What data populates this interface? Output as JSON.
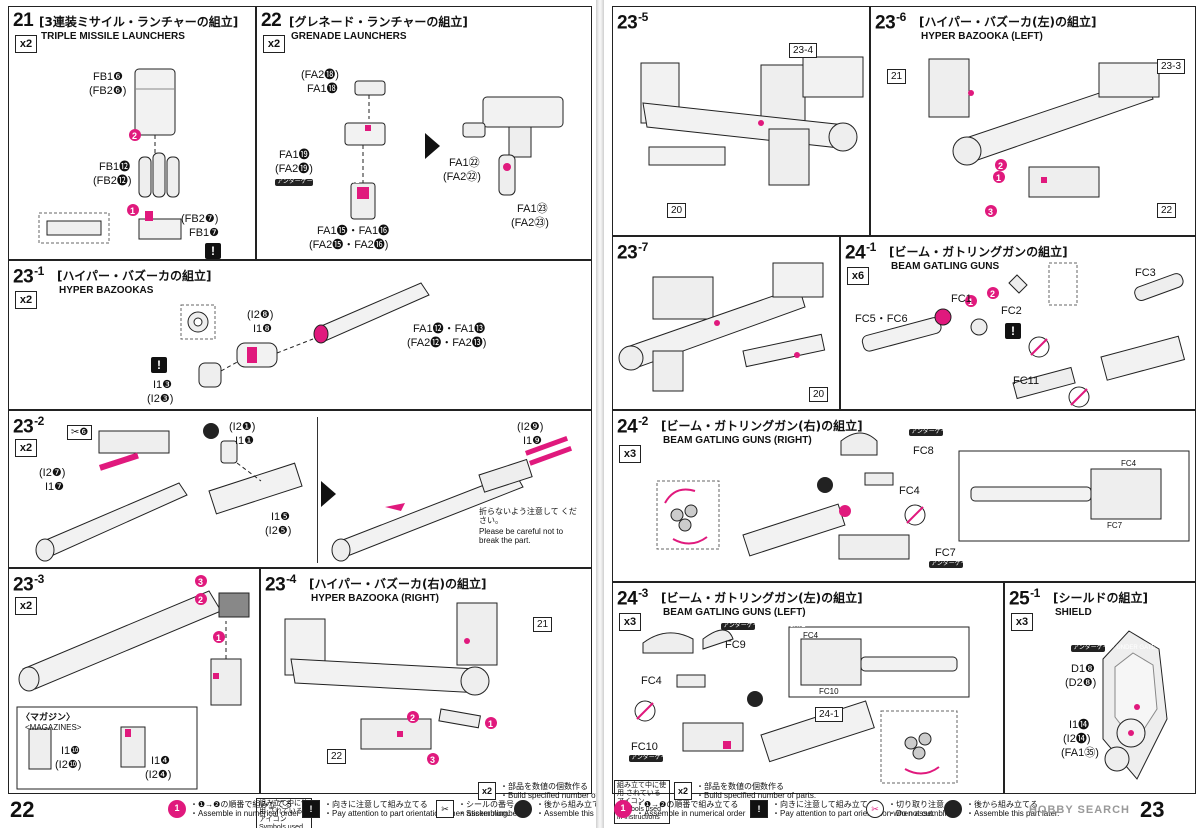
{
  "pages": {
    "left_number": "22",
    "right_number": "23"
  },
  "panels": {
    "p21": {
      "step": "21",
      "title": "[3連装ミサイル・ランチャーの組立]",
      "subtitle": "TRIPLE MISSILE LAUNCHERS",
      "qty": "x2",
      "labels": {
        "fb1_6": "FB1❻",
        "fb2_6": "(FB2❻)",
        "fb1_12": "FB1⓬",
        "fb2_12": "(FB2⓬)",
        "fb2_7": "(FB2❼)",
        "fb1_7": "FB1❼"
      }
    },
    "p22": {
      "step": "22",
      "title": "[グレネード・ランチャーの組立]",
      "subtitle": "GRENADE LAUNCHERS",
      "qty": "x2",
      "labels": {
        "fa2_18": "(FA2⓲)",
        "fa1_18": "FA1⓲",
        "fa1_19": "FA1⓳",
        "fa2_19": "(FA2⓳)",
        "fa1_15_16": "FA1⓯・FA1⓰",
        "fa2_15_16": "(FA2⓯・FA2⓰)",
        "fa1_22": "FA1㉒",
        "fa2_22": "(FA2㉒)",
        "fa1_23": "FA1㉓",
        "fa2_23": "(FA2㉓)",
        "gate": "アンダーゲート UNDER GATE"
      }
    },
    "p23_1": {
      "step": "23",
      "sub": "-1",
      "title": "[ハイパー・バズーカの組立]",
      "subtitle": "HYPER BAZOOKAS",
      "qty": "x2",
      "labels": {
        "i2_8": "(I2❽)",
        "i1_8": "I1❽",
        "fa1_12_13": "FA1⓬・FA1⓭",
        "fa2_12_13": "(FA2⓬・FA2⓭)",
        "i1_3": "I1❸",
        "i2_3": "(I2❸)"
      }
    },
    "p23_2": {
      "step": "23",
      "sub": "-2",
      "qty": "x2",
      "labels": {
        "sticker": "❻",
        "i2_1": "(I2❶)",
        "i1_1": "I1❶",
        "i2_7": "(I2❼)",
        "i1_7": "I1❼",
        "i1_5": "I1❺",
        "i2_5": "(I2❺)",
        "i2_9": "(I2❾)",
        "i1_9": "I1❾",
        "caution_jp": "折らないよう注意して ください。",
        "caution_en": "Please be careful not to break the part."
      }
    },
    "p23_3": {
      "step": "23",
      "sub": "-3",
      "qty": "x2",
      "labels": {
        "magazine_jp": "〈マガジン〉",
        "magazine_en": "<MAGAZINES>",
        "i1_10": "I1❿",
        "i2_10": "(I2❿)",
        "i1_4": "I1❹",
        "i2_4": "(I2❹)"
      }
    },
    "p23_4": {
      "step": "23",
      "sub": "-4",
      "title": "[ハイパー・バズーカ(右)の組立]",
      "subtitle": "HYPER BAZOOKA (RIGHT)",
      "labels": {
        "b21": "21",
        "b22": "22"
      }
    },
    "p23_5": {
      "step": "23",
      "sub": "-5",
      "labels": {
        "b23_4": "23-4",
        "b20": "20"
      }
    },
    "p23_6": {
      "step": "23",
      "sub": "-6",
      "title": "[ハイパー・バズーカ(左)の組立]",
      "subtitle": "HYPER BAZOOKA (LEFT)",
      "labels": {
        "b21": "21",
        "b23_3": "23-3",
        "b22": "22"
      }
    },
    "p23_7": {
      "step": "23",
      "sub": "-7",
      "labels": {
        "b20": "20"
      }
    },
    "p24_1": {
      "step": "24",
      "sub": "-1",
      "title": "[ビーム・ガトリングガンの組立]",
      "subtitle": "BEAM GATLING GUNS",
      "qty": "x6",
      "labels": {
        "fc1": "FC1",
        "fc2": "FC2",
        "fc3": "FC3",
        "fc5_6": "FC5・FC6",
        "fc11": "FC11"
      }
    },
    "p24_2": {
      "step": "24",
      "sub": "-2",
      "title": "[ビーム・ガトリングガン(右)の組立]",
      "subtitle": "BEAM GATLING GUNS (RIGHT)",
      "qty": "x3",
      "labels": {
        "fc8": "FC8",
        "fc4": "FC4",
        "fc7": "FC7",
        "fc4_s": "FC4",
        "fc7_s": "FC7",
        "gate": "アンダーゲート UNDER GATE"
      }
    },
    "p24_3": {
      "step": "24",
      "sub": "-3",
      "title": "[ビーム・ガトリングガン(左)の組立]",
      "subtitle": "BEAM GATLING GUNS (LEFT)",
      "qty": "x3",
      "labels": {
        "fc9": "FC9",
        "fc4": "FC4",
        "fc10": "FC10",
        "fc4_s": "FC4",
        "fc10_s": "FC10",
        "b24_1": "24-1",
        "gate": "アンダーゲート UNDER GATE"
      }
    },
    "p25_1": {
      "step": "25",
      "sub": "-1",
      "title": "[シールドの組立]",
      "subtitle": "SHIELD",
      "qty": "x3",
      "labels": {
        "d1_8": "D1❽",
        "d2_8": "(D2❽)",
        "i1_14": "I1⓮",
        "i2_14": "(I2⓮)",
        "fa1_35": "(FA1㉟)",
        "gate": "アンダーゲート UNDER GATE"
      }
    }
  },
  "footer": {
    "left_head": "組み立て中に使用 されているアイコン Symbols used in instructions",
    "right_head": "組み立て中に使用 されているアイコン Symbols used in instructions",
    "items_left": [
      {
        "icon": "x2",
        "jp": "・部品を数値の個数作る",
        "en": "・Build specified number of parts."
      },
      {
        "icon": "1",
        "jp": "・❶→❷の順番で組み立てる",
        "en": "・Assemble in numerical order"
      },
      {
        "icon": "!",
        "jp": "・向きに注意して組み立てる",
        "en": "・Pay attention to part orientation when assembling."
      },
      {
        "icon": "seal",
        "jp": "・シールの番号",
        "en": "・Sticker number"
      },
      {
        "icon": "later",
        "jp": "・後から組み立てる",
        "en": "・Assemble this part later."
      }
    ],
    "items_right": [
      {
        "icon": "x2",
        "jp": "・部品を数値の個数作る",
        "en": "・Build specified number of parts."
      },
      {
        "icon": "1",
        "jp": "・❶→❷の順番で組み立てる",
        "en": "・Assemble in numerical order"
      },
      {
        "icon": "!",
        "jp": "・向きに注意して組み立てる",
        "en": "・Pay attention to part orientation when assembling."
      },
      {
        "icon": "cut",
        "jp": "・切り取り注意",
        "en": "・Do not cut."
      },
      {
        "icon": "later",
        "jp": "・後から組み立てる",
        "en": "・Assemble this part later."
      }
    ]
  },
  "watermark": "HOBBY SEARCH",
  "colors": {
    "accent": "#e0197d",
    "ink": "#111111",
    "paper": "#ffffff"
  }
}
